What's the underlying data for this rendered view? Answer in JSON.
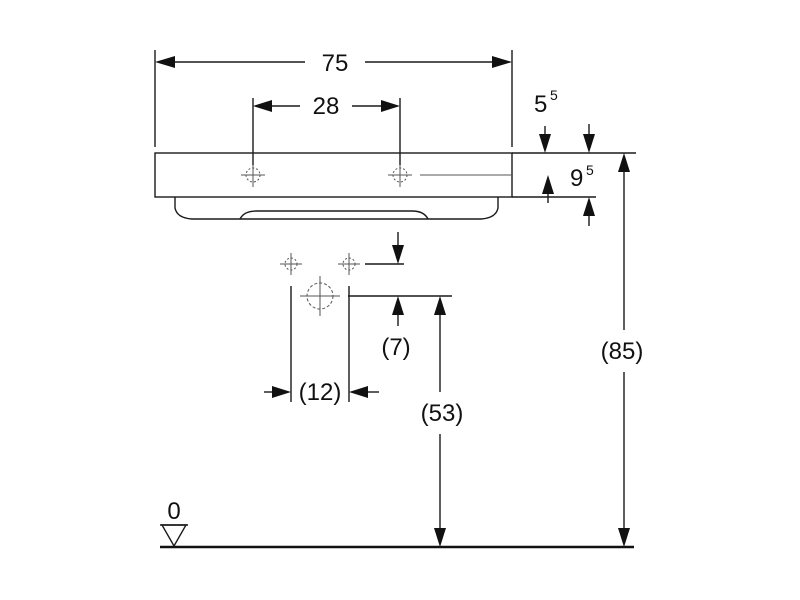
{
  "dimensions": {
    "overall_width": "75",
    "fixing_spacing": "28",
    "top_thickness_base": "5",
    "top_thickness_sup": "5",
    "rim_height_base": "9",
    "rim_height_sup": "5",
    "trap_offset": "(7)",
    "trap_width": "(12)",
    "outlet_height": "(53)",
    "overall_height": "(85)",
    "floor_level": "0"
  },
  "colors": {
    "line": "#1a1a1a",
    "text": "#111111",
    "background": "#ffffff"
  }
}
